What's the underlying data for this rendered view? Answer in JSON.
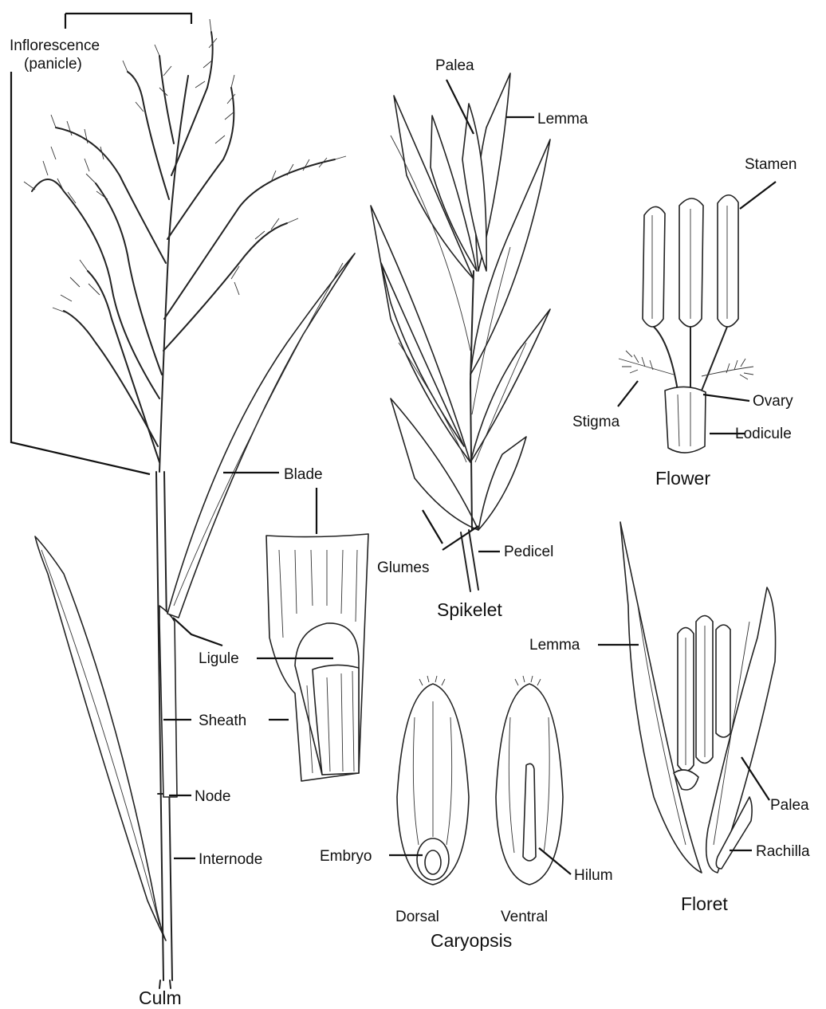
{
  "labels": {
    "inflorescence": "Inflorescence",
    "panicle": "(panicle)",
    "palea_top": "Palea",
    "lemma_top": "Lemma",
    "stamen": "Stamen",
    "ovary": "Ovary",
    "stigma": "Stigma",
    "lodicule": "Lodicule",
    "flower": "Flower",
    "blade": "Blade",
    "glumes": "Glumes",
    "pedicel": "Pedicel",
    "spikelet": "Spikelet",
    "ligule": "Ligule",
    "sheath": "Sheath",
    "node": "Node",
    "internode": "Internode",
    "culm": "Culm",
    "lemma_floret": "Lemma",
    "palea_floret": "Palea",
    "rachilla": "Rachilla",
    "floret": "Floret",
    "embryo": "Embryo",
    "hilum": "Hilum",
    "dorsal": "Dorsal",
    "ventral": "Ventral",
    "caryopsis": "Caryopsis"
  }
}
